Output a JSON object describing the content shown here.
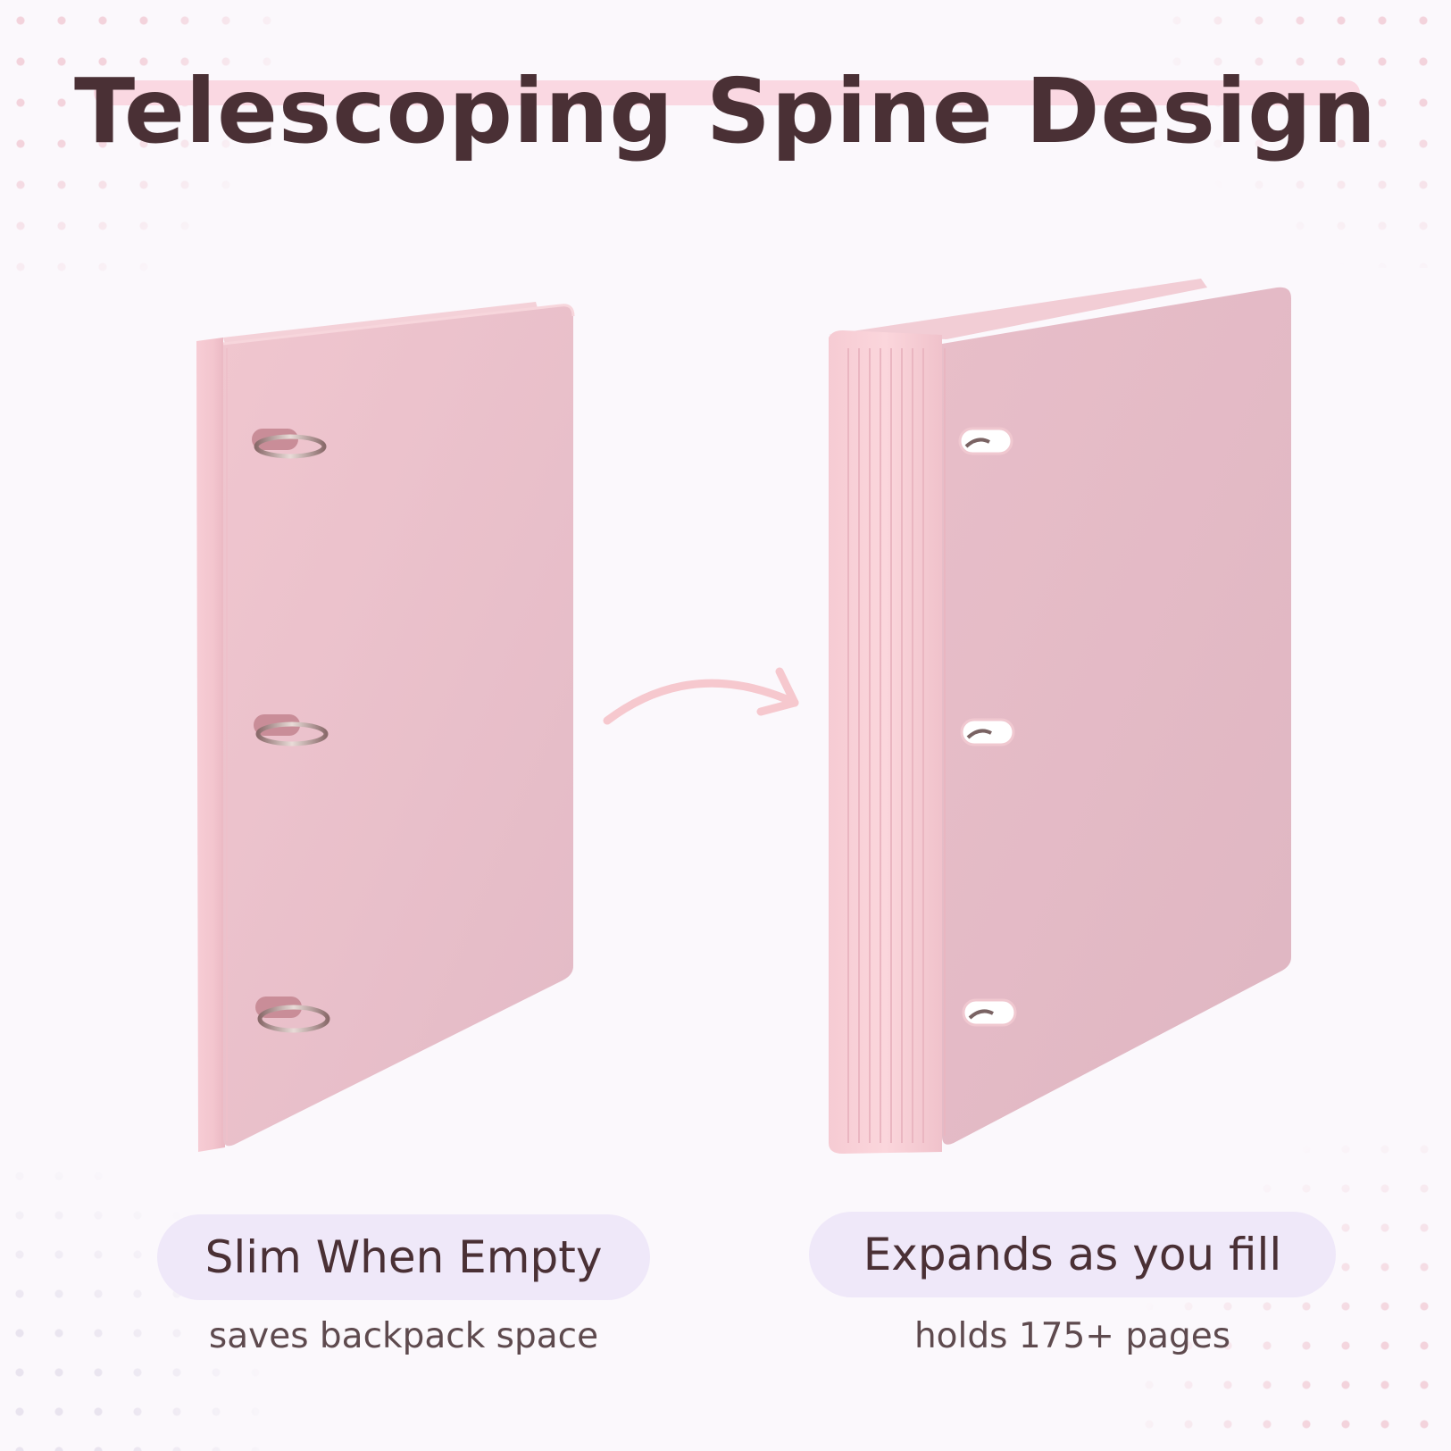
{
  "title": "Telescoping Spine Design",
  "left_panel": {
    "label": "Slim When Empty",
    "caption": "saves backpack space"
  },
  "right_panel": {
    "label": "Expands as you fill",
    "caption": "holds 175+ pages"
  },
  "colors": {
    "background": "#fbf8fc",
    "binder_pink": "#e4bcc8",
    "title_text": "#4a3035",
    "title_highlight": "#fad8e2",
    "pill_background": "#efe8f9",
    "arrow": "#f5c9cf"
  }
}
